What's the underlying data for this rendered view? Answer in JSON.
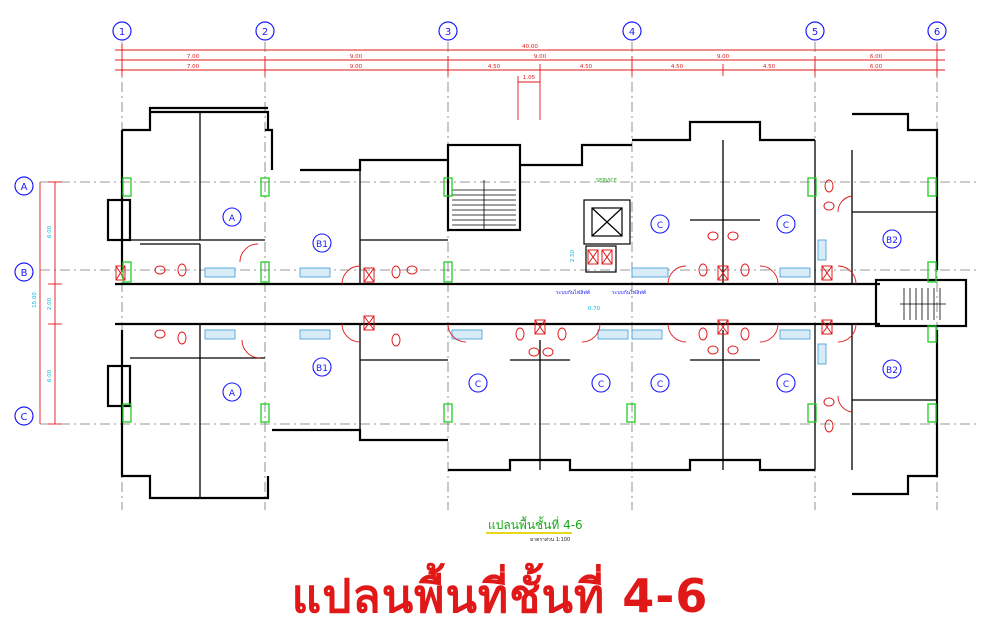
{
  "grid_columns": [
    "1",
    "2",
    "3",
    "4",
    "5",
    "6"
  ],
  "grid_rows": [
    "A",
    "B",
    "C"
  ],
  "dimensions": {
    "overall": "40.00",
    "row1": [
      "7.00",
      "9.00",
      "9.00",
      "9.00",
      "6.00"
    ],
    "row2": [
      "7.00",
      "9.00",
      "4.50",
      "4.50",
      "4.50",
      "4.50",
      "6.00"
    ],
    "small": "1.05",
    "vertical_total": "15.00",
    "vertical": [
      "6.00",
      "2.00",
      "6.00"
    ],
    "stair_dims": [
      "2.50",
      "0.70"
    ]
  },
  "units": {
    "top_left": "A",
    "top_left_mid": "B1",
    "core_left": "C",
    "core_right": "C",
    "top_right": "B2",
    "bottom_left": "A",
    "bottom_left_mid": "B1",
    "bot_c1": "C",
    "bot_c2": "C",
    "bot_c3": "C",
    "bot_c4": "C",
    "bottom_right": "B2"
  },
  "labels": {
    "service": "SERVICE",
    "lift_left": "ระบบกันไฟลิฟต์",
    "lift_right": "ระบบกันไฟลิฟต์"
  },
  "drawing_title": "แปลนพื้นชั้นที่ 4-6",
  "scale_note": "มาตราส่วน   1:100",
  "page_title": "แปลนพื้นที่ชั้นที่ 4-6",
  "colors": {
    "grid_bubble": "#1a1aff",
    "dimension": "#e01818",
    "wall": "#000000",
    "window": "#22cc22",
    "fixture": "#3a9ad9",
    "title": "#e01818"
  }
}
